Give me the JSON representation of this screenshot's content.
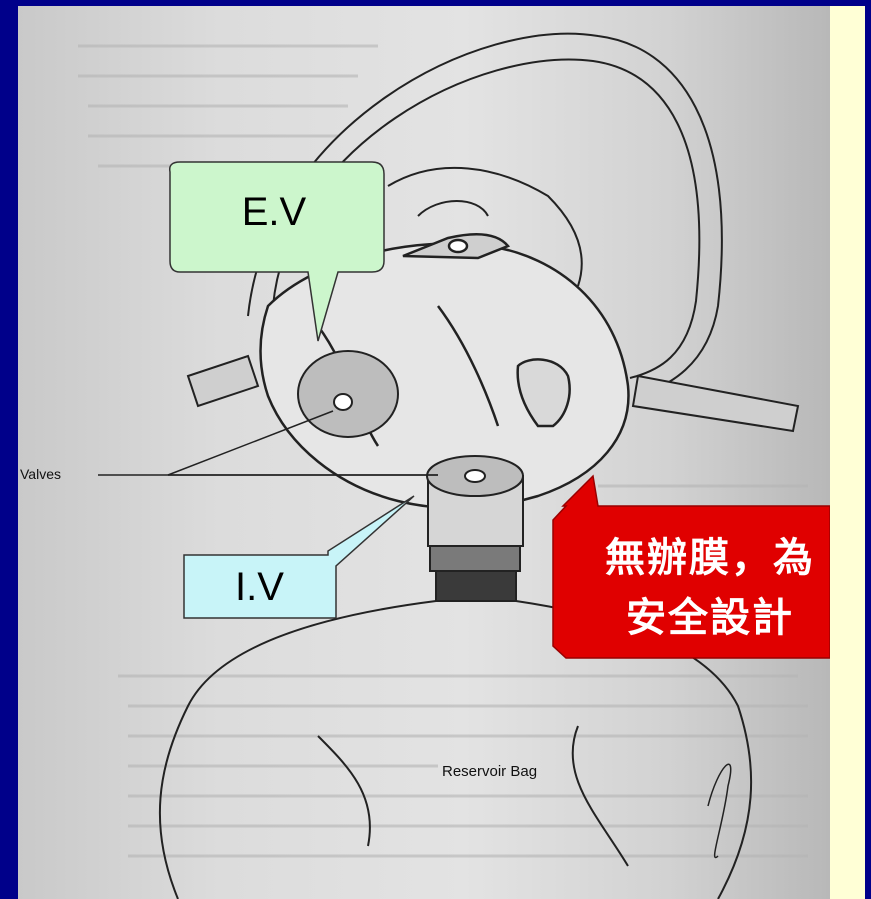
{
  "labels": {
    "valves": "Valves",
    "reservoir_bag": "Reservoir Bag"
  },
  "callouts": {
    "expiratory_valve": "E.V",
    "inspiratory_valve": "I.V",
    "note_line1": "無辦膜，為",
    "note_line2": "安全設計"
  },
  "colors": {
    "background": "#00008a",
    "ev_callout": "#ccf6cc",
    "iv_callout": "#c8f4f8",
    "note_callout": "#e00000",
    "side_panel": "#ffffd6"
  }
}
